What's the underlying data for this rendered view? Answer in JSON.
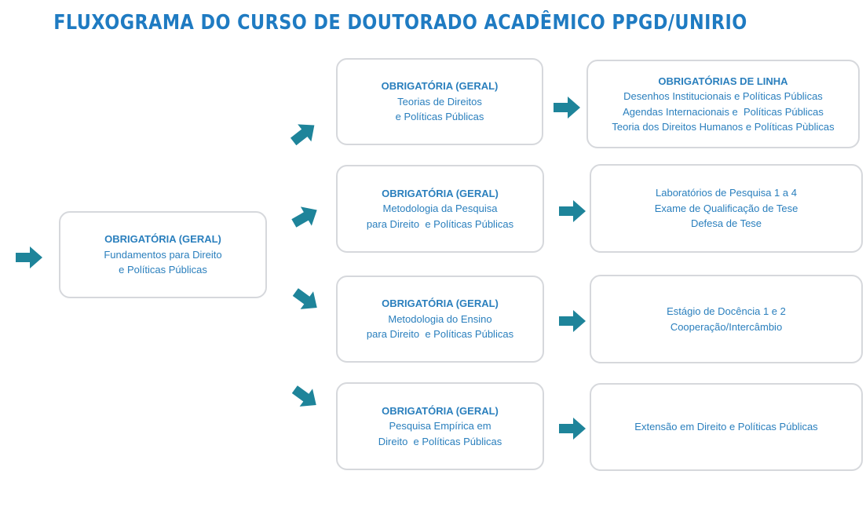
{
  "title": "FLUXOGRAMA DO CURSO DE DOUTORADO ACADÊMICO PPGD/UNIRIO",
  "colors": {
    "title": "#1f7bc2",
    "text": "#2a7fbd",
    "arrow": "#1e849a",
    "box_border": "#d6d8dc"
  },
  "boxes": {
    "fundamentos": {
      "head": "OBRIGATÓRIA (GERAL)",
      "lines": [
        "Fundamentos para Direito",
        "e Políticas Públicas"
      ]
    },
    "teorias": {
      "head": "OBRIGATÓRIA (GERAL)",
      "lines": [
        "Teorias de Direitos",
        "e Políticas Públicas"
      ]
    },
    "linha": {
      "head": "OBRIGATÓRIAS DE LINHA",
      "lines": [
        "Desenhos Institucionais e Políticas Públicas",
        "Agendas Internacionais e  Políticas Públicas",
        "Teoria dos Direitos Humanos e Políticas Pùblicas"
      ]
    },
    "metodologia_pesquisa": {
      "head": "OBRIGATÓRIA (GERAL)",
      "lines": [
        "Metodologia da Pesquisa",
        "para Direito  e Políticas Públicas"
      ]
    },
    "laboratorios": {
      "lines": [
        "Laboratórios de Pesquisa 1 a 4",
        "Exame de Qualificação de Tese",
        "Defesa de Tese"
      ]
    },
    "metodologia_ensino": {
      "head": "OBRIGATÓRIA (GERAL)",
      "lines": [
        "Metodologia do Ensino",
        "para Direito  e Políticas Públicas"
      ]
    },
    "estagio": {
      "lines": [
        "Estágio de Docência 1 e 2",
        "Cooperação/Intercâmbio"
      ]
    },
    "pesquisa_empirica": {
      "head": "OBRIGATÓRIA (GERAL)",
      "lines": [
        "Pesquisa Empírica em",
        "Direito  e Políticas Públicas"
      ]
    },
    "extensao": {
      "lines": [
        "Extensão em Direito e Políticas Públicas"
      ]
    }
  }
}
